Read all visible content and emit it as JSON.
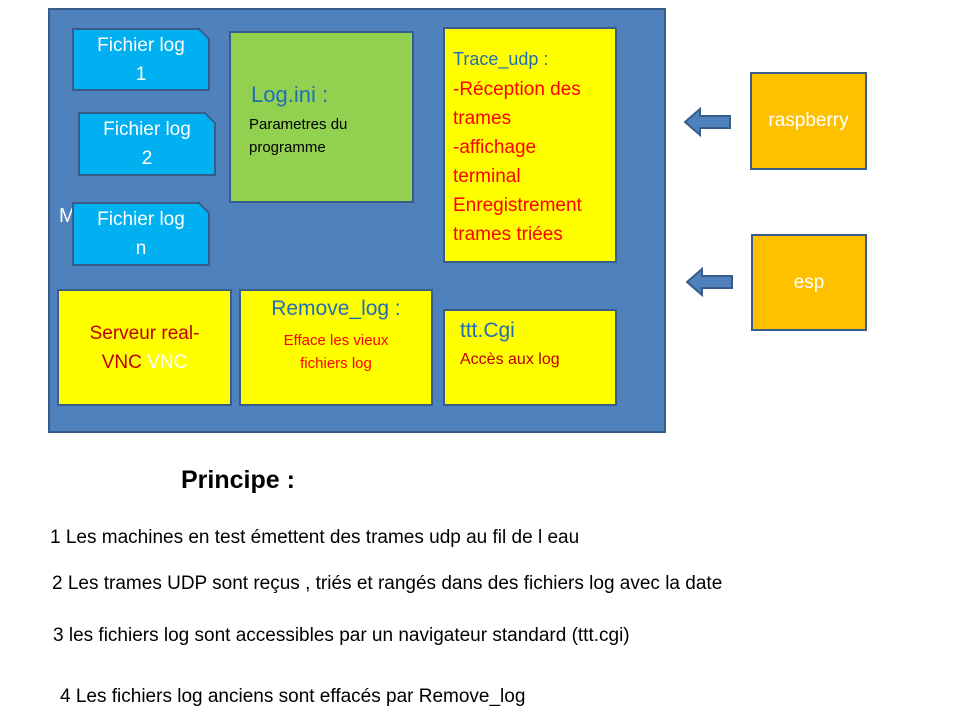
{
  "main_label": "M",
  "files": [
    {
      "line1": "Fichier log",
      "line2": "1"
    },
    {
      "line1": "Fichier log",
      "line2": "2"
    },
    {
      "line1": "Fichier log",
      "line2": "n"
    }
  ],
  "log_ini": {
    "title": "Log.ini :",
    "desc": "Parametres du\nprogramme"
  },
  "trace_udp": {
    "title": "Trace_udp :",
    "desc": "-Réception des\ntrames\n -affichage\nterminal\nEnregistrement\ntrames triées"
  },
  "vnc": {
    "red_text": "Serveur real-\nVNC",
    "white_text": " VNC"
  },
  "remove_log": {
    "title": "Remove_log :",
    "desc": "Efface les vieux\nfichiers  log"
  },
  "ttt_cgi": {
    "title": "ttt.Cgi",
    "desc": "Accès aux log"
  },
  "sources": {
    "raspberry": "raspberry",
    "esp": "esp"
  },
  "principe": {
    "title": "Principe :",
    "lines": [
      "1 Les machines en test émettent des trames udp  au fil de l eau",
      "2  Les trames UDP sont reçus , triés et rangés dans des fichiers log avec la  date",
      "3 les fichiers log sont accessibles par un navigateur standard (ttt.cgi)",
      "4 Les fichiers log anciens sont effacés par Remove_log"
    ]
  },
  "colors": {
    "main_blue": "#4f81bd",
    "file_blue": "#00b0f0",
    "green": "#92d050",
    "yellow": "#ffff00",
    "orange": "#ffc000",
    "title_blue": "#1f6fb5",
    "red": "#ff0000"
  }
}
